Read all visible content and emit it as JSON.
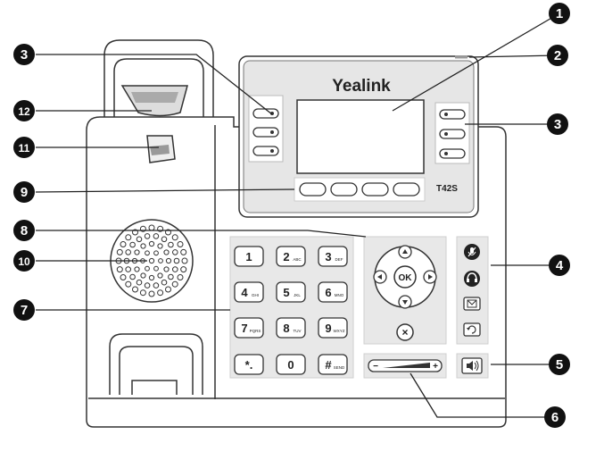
{
  "brand": "Yealink",
  "model": "T42S",
  "keypad": {
    "keys": [
      {
        "main": "1",
        "sub": ""
      },
      {
        "main": "2",
        "sub": "ABC"
      },
      {
        "main": "3",
        "sub": "DEF"
      },
      {
        "main": "4",
        "sub": "GHI"
      },
      {
        "main": "5",
        "sub": "JKL"
      },
      {
        "main": "6",
        "sub": "MNO"
      },
      {
        "main": "7",
        "sub": "PQRS"
      },
      {
        "main": "8",
        "sub": "TUV"
      },
      {
        "main": "9",
        "sub": "WXYZ"
      },
      {
        "main": "*.",
        "sub": ""
      },
      {
        "main": "0",
        "sub": ""
      },
      {
        "main": "#",
        "sub": "SEND"
      }
    ]
  },
  "navigation": {
    "ok_label": "OK",
    "cancel_label": "×"
  },
  "volume_bar": {
    "minus_label": "−",
    "plus_label": "+"
  },
  "callouts": [
    "1",
    "2",
    "3",
    "3",
    "4",
    "5",
    "6",
    "7",
    "8",
    "9",
    "10",
    "11",
    "12"
  ],
  "colors": {
    "outline": "#333333",
    "panel_fill": "#e8e8e8",
    "callout_fill": "#111111",
    "callout_text": "#ffffff"
  },
  "icons": {
    "mute": "microphone-icon",
    "headset": "headset-icon",
    "message": "envelope-icon",
    "redial": "redial-icon",
    "speaker": "speaker-icon"
  }
}
